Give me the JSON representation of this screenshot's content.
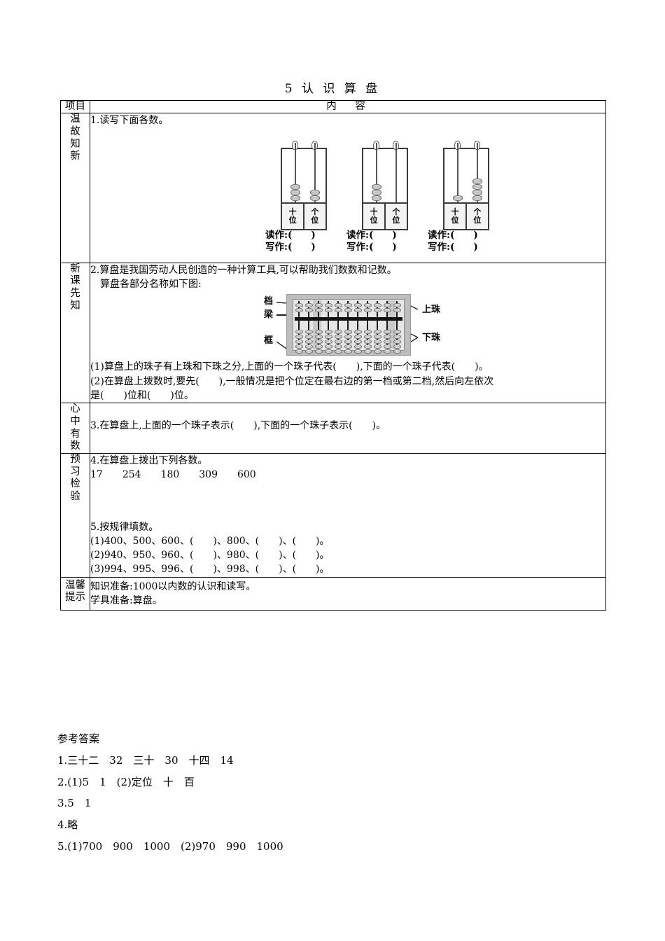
{
  "title": "5  认 识 算 盘",
  "table": {
    "header": {
      "col1": "项目",
      "col2": "内　容"
    },
    "rows": [
      {
        "label": "温故知新",
        "label_chars": [
          "温",
          "故",
          "知",
          "新"
        ],
        "q1": "1.读写下面各数。",
        "counters": [
          {
            "tens": 3,
            "ones": 2,
            "tens_label": [
              "十",
              "位"
            ],
            "ones_label": [
              "个",
              "位"
            ]
          },
          {
            "tens": 3,
            "ones": 0,
            "tens_label": [
              "十",
              "位"
            ],
            "ones_label": [
              "个",
              "位"
            ]
          },
          {
            "tens": 1,
            "ones": 4,
            "tens_label": [
              "十",
              "位"
            ],
            "ones_label": [
              "个",
              "位"
            ]
          }
        ],
        "read_write": [
          {
            "read": "读作:(　　)",
            "write": "写作:(　　)"
          },
          {
            "read": "读作:(　　)",
            "write": "写作:(　　)"
          },
          {
            "read": "读作:(　　)",
            "write": "写作:(　　)"
          }
        ]
      },
      {
        "label": "新课先知",
        "label_chars": [
          "新",
          "课",
          "先",
          "知"
        ],
        "q2_line1": "2.算盘是我国劳动人民创造的一种计算工具,可以帮助我们数数和记数。",
        "q2_line2": "算盘各部分名称如下图:",
        "abacus": {
          "rods": 11,
          "upper_beads": 2,
          "lower_beads": 5,
          "labels": {
            "rod": "档",
            "beam": "梁",
            "frame": "框",
            "upper": "上珠",
            "lower": "下珠"
          }
        },
        "q2_sub1": "(1)算盘上的珠子有上珠和下珠之分,上面的一个珠子代表(　　),下面的一个珠子代表(　　)。",
        "q2_sub2_a": "(2)在算盘上拨数时,要先(　　),一般情况是把个位定在最右边的第一档或第二档,然后向左依次",
        "q2_sub2_b": "是(　　)位和(　　)位。"
      },
      {
        "label": "心中有数",
        "label_chars": [
          "心",
          "中",
          "有",
          "数"
        ],
        "q3": "3.在算盘上,上面的一个珠子表示(　　),下面的一个珠子表示(　　)。"
      },
      {
        "label": "预习检验",
        "label_chars": [
          "预",
          "习",
          "检",
          "验"
        ],
        "q4": "4.在算盘上拨出下列各数。",
        "q4_numbers": "17　　254　　180　　309　　600",
        "q5": "5.按规律填数。",
        "q5_items": [
          "(1)400、500、600、(　　)、800、(　　)、(　　)。",
          "(2)940、950、960、(　　)、980、(　　)、(　　)。",
          "(3)994、995、996、(　　)、998、(　　)、(　　)。"
        ]
      },
      {
        "label_chars": [
          "温馨",
          "提示"
        ],
        "tip_line1": "知识准备:1000以内数的认识和读写。",
        "tip_line2": "学具准备:算盘。"
      }
    ]
  },
  "answers": {
    "heading": "参考答案",
    "lines": [
      "1.三十二　32　三十　30　十四　14",
      "2.(1)5　1　(2)定位　十　百",
      "3.5　1",
      "4.略",
      "5.(1)700　900　1000　(2)970　990　1000"
    ]
  }
}
